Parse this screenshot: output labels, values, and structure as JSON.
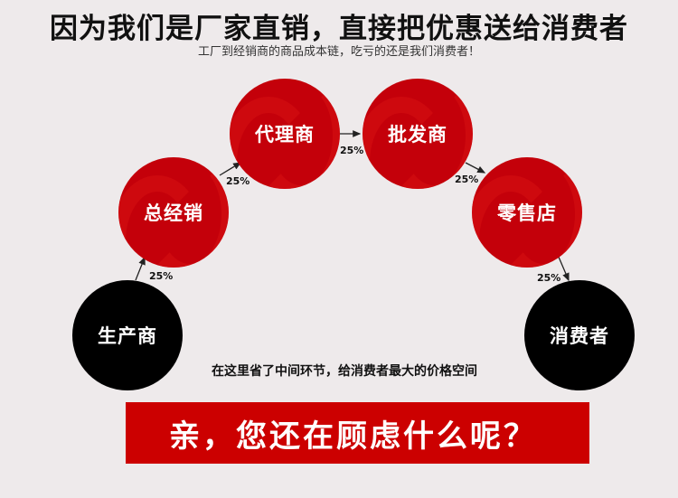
{
  "header": {
    "title": "因为我们是厂家直销，直接把优惠送给消费者",
    "subtitle": "工厂到经销商的商品成本链，吃亏的还是我们消费者！"
  },
  "chain": {
    "nodes": [
      {
        "label": "生产商",
        "color": "#000000"
      },
      {
        "label": "总经销",
        "color": "#c4000a"
      },
      {
        "label": "代理商",
        "color": "#c4000a"
      },
      {
        "label": "批发商",
        "color": "#c4000a"
      },
      {
        "label": "零售店",
        "color": "#c4000a"
      },
      {
        "label": "消费者",
        "color": "#000000"
      }
    ],
    "markups": [
      "25%",
      "25%",
      "25%",
      "25%",
      "25%"
    ]
  },
  "note": "在这里省了中间环节，给消费者最大的价格空间",
  "banner": {
    "text": "亲，您还在顾虑什么呢？",
    "color": "#cc0000"
  }
}
